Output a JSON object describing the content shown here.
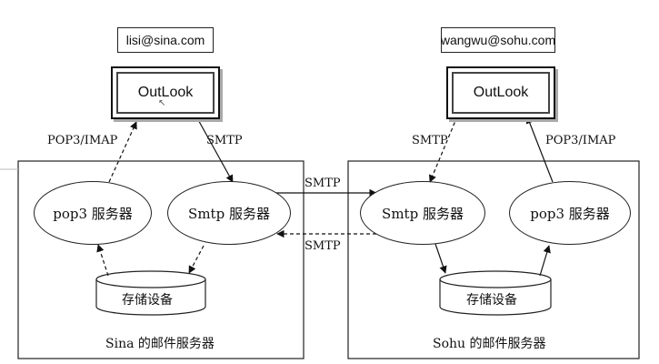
{
  "left": {
    "email": "lisi@sina.com",
    "client": "OutLook",
    "pop_server": "pop3 服务器",
    "smtp_server": "Smtp 服务器",
    "storage": "存储设备",
    "caption": "Sina 的邮件服务器",
    "arrow_up_label": "POP3/IMAP",
    "arrow_down_label": "SMTP"
  },
  "right": {
    "email": "wangwu@sohu.com",
    "client": "OutLook",
    "smtp_server": "Smtp 服务器",
    "pop_server": "pop3 服务器",
    "storage": "存储设备",
    "caption": "Sohu 的邮件服务器",
    "arrow_down_label": "SMTP",
    "arrow_up_label": "POP3/IMAP"
  },
  "between": {
    "forward_label": "SMTP",
    "backward_label": "SMTP"
  }
}
